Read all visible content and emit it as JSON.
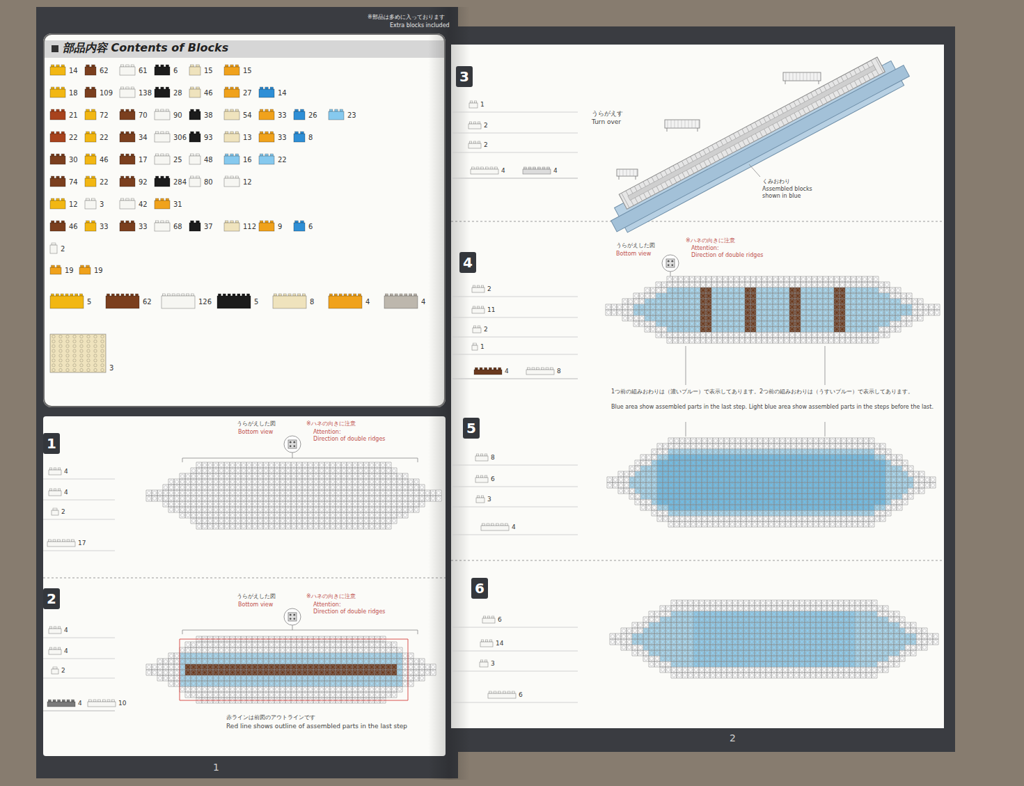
{
  "diagram": {
    "nodes": [
      {
        "text": [
          "部品内容 Contents of Blocks"
        ]
      },
      {
        "text": [
          "1"
        ]
      },
      {
        "text": [
          "2"
        ]
      },
      {
        "text": [
          "3"
        ]
      },
      {
        "text": [
          "4"
        ]
      },
      {
        "text": [
          "5"
        ]
      },
      {
        "text": [
          "6"
        ]
      }
    ],
    "labels": [
      "14",
      "62",
      "61",
      "6",
      "15",
      "15",
      "18",
      "109",
      "138",
      "28",
      "46",
      "27",
      "14",
      "21",
      "72",
      "70",
      "90",
      "38",
      "54",
      "33",
      "26",
      "23",
      "22",
      "22",
      "34",
      "306",
      "93",
      "13",
      "33",
      "8",
      "30",
      "46",
      "17",
      "25",
      "48",
      "16",
      "22",
      "74",
      "22",
      "92",
      "284",
      "80",
      "12",
      "12",
      "3",
      "42",
      "31",
      "46",
      "33",
      "33",
      "68",
      "37",
      "112",
      "9",
      "6",
      "2",
      "19",
      "19",
      "5",
      "62",
      "126",
      "5",
      "8",
      "4",
      "4",
      "3",
      "※部品は多めに入っております",
      "Extra blocks included",
      "4",
      "4",
      "2",
      "17",
      "うらがえした図",
      "Bottom view",
      "※ハネの向きに注意",
      "Attention:",
      "Direction of double ridges",
      "4",
      "4",
      "2",
      "4",
      "10",
      "うらがえした図",
      "Bottom view",
      "※ハネの向きに注意",
      "Attention:",
      "Direction of double ridges",
      "赤ラインは前図のアウトラインです",
      "Red line shows outline of assembled parts in the last step",
      "1",
      "1",
      "2",
      "2",
      "4",
      "4",
      "うらがえす",
      "Turn over",
      "くみおわり",
      "Assembled blocks shown in blue",
      "2",
      "11",
      "2",
      "1",
      "4",
      "8",
      "うらがえした図",
      "Bottom view",
      "※ハネの向きに注意",
      "Attention:",
      "Direction of double ridges",
      "1つ前の組みおわりは（濃いブルー）で表示してあります。2つ前の組みおわりは（うすいブルー）で表示してあります。",
      "Blue area show assembled parts in the last step. Light blue area show assembled parts in the steps before the last.",
      "8",
      "6",
      "3",
      "4",
      "6",
      "14",
      "3",
      "6",
      "2"
    ]
  }
}
